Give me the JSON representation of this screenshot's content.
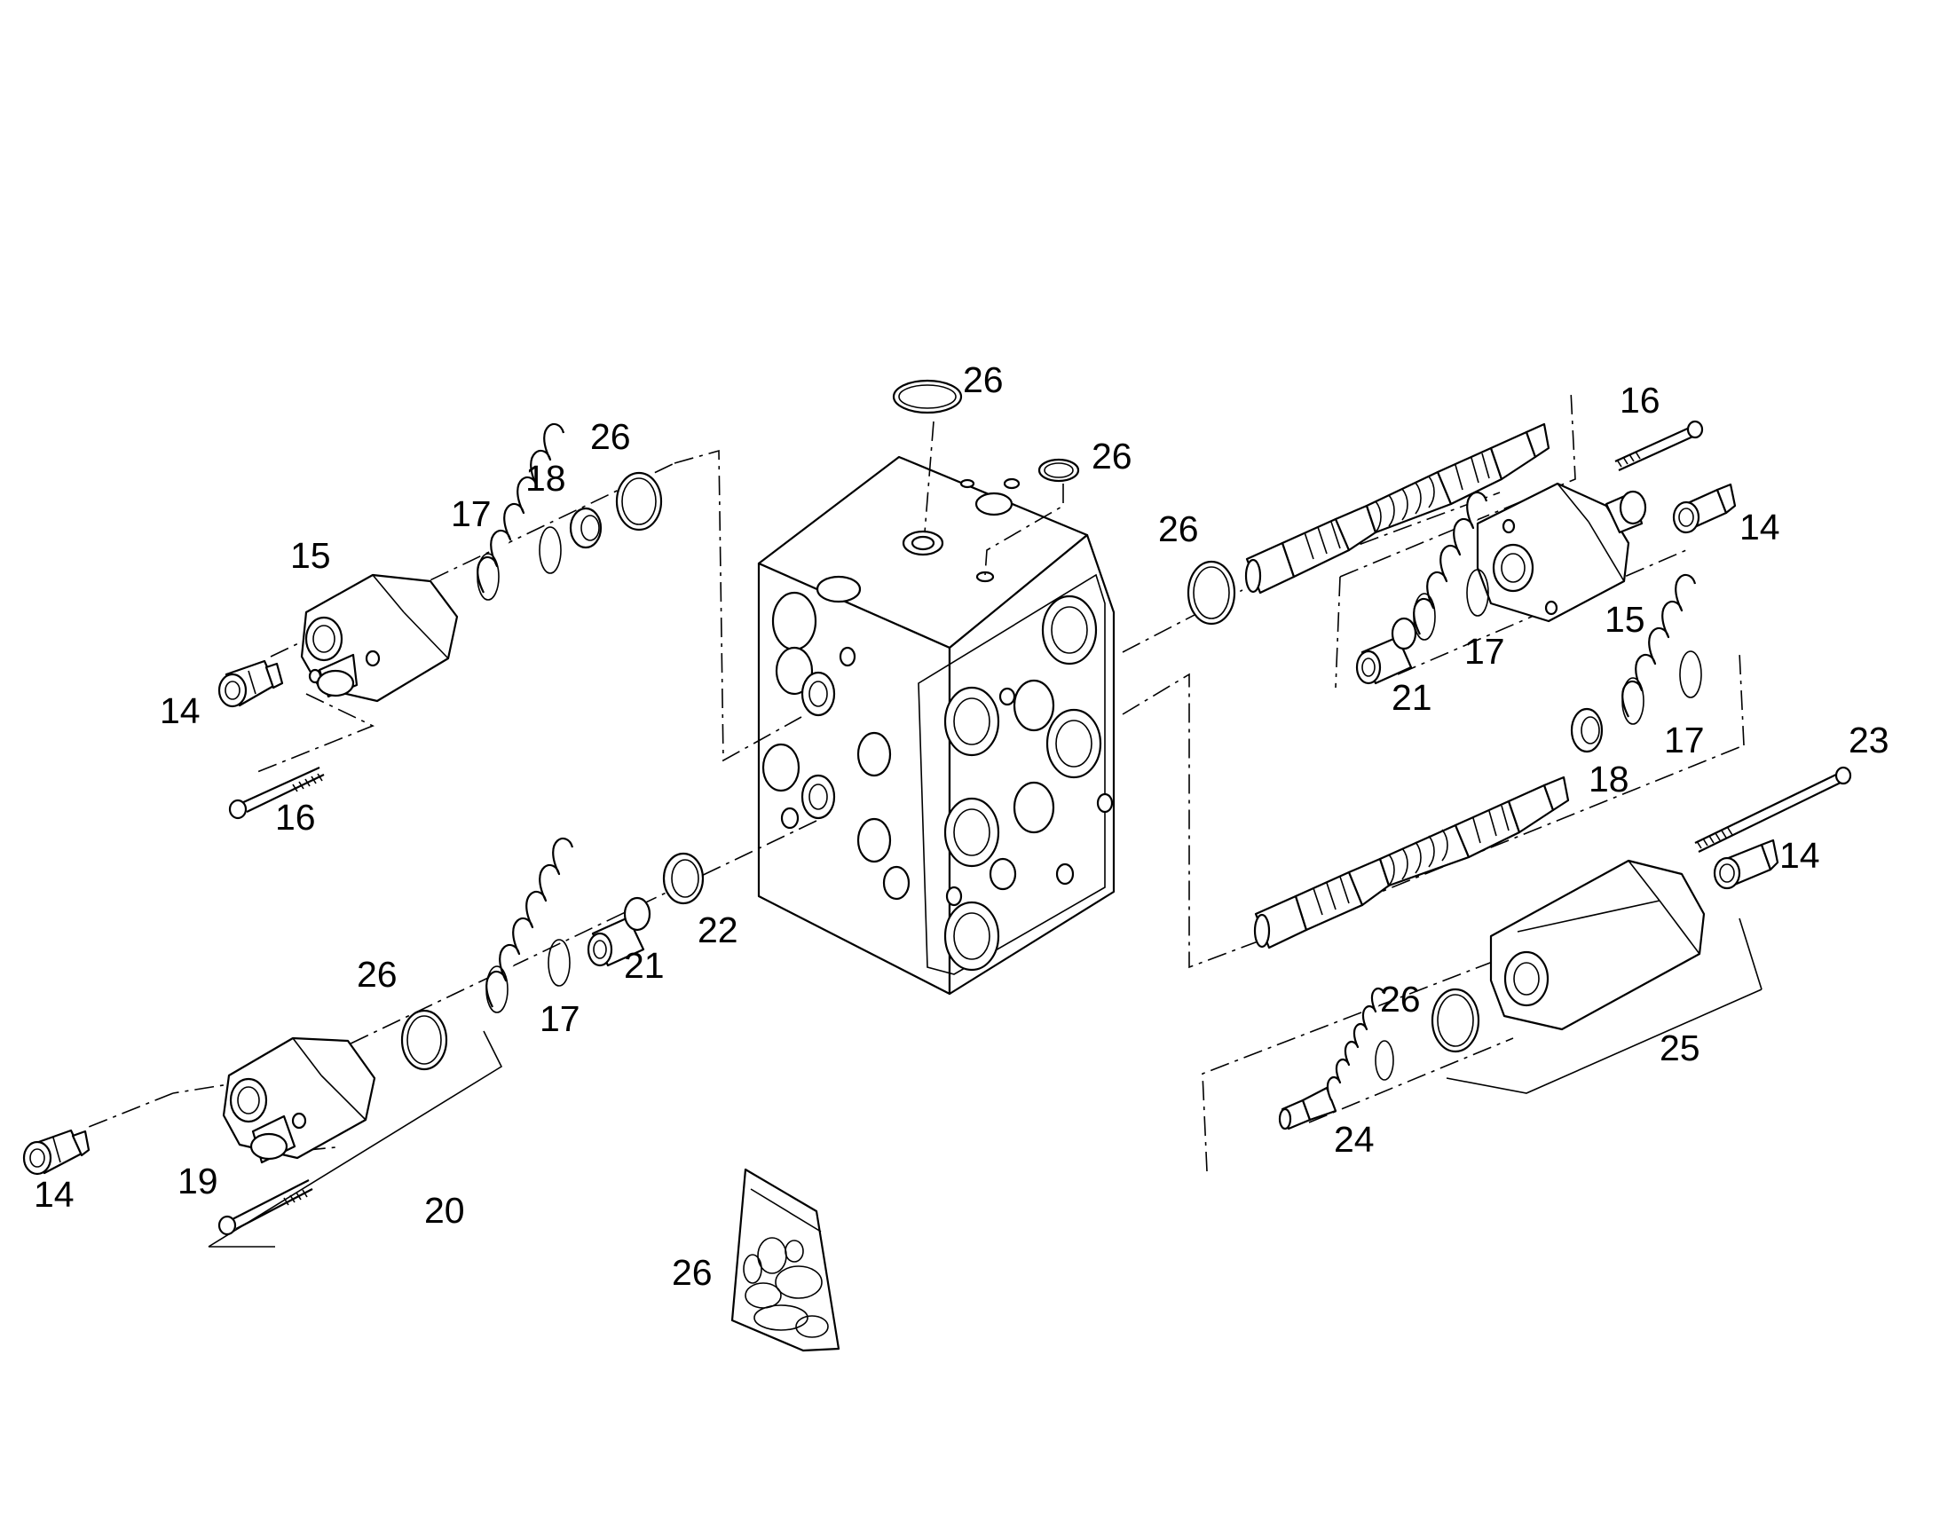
{
  "callouts": [
    {
      "id": "c1",
      "text": "26"
    },
    {
      "id": "c2",
      "text": "26"
    },
    {
      "id": "c3",
      "text": "26"
    },
    {
      "id": "c4",
      "text": "18"
    },
    {
      "id": "c5",
      "text": "17"
    },
    {
      "id": "c6",
      "text": "15"
    },
    {
      "id": "c7",
      "text": "14"
    },
    {
      "id": "c8",
      "text": "16"
    },
    {
      "id": "c9",
      "text": "26"
    },
    {
      "id": "c10",
      "text": "16"
    },
    {
      "id": "c11",
      "text": "14"
    },
    {
      "id": "c12",
      "text": "15"
    },
    {
      "id": "c13",
      "text": "17"
    },
    {
      "id": "c14",
      "text": "21"
    },
    {
      "id": "c15",
      "text": "18"
    },
    {
      "id": "c16",
      "text": "17"
    },
    {
      "id": "c17",
      "text": "23"
    },
    {
      "id": "c18",
      "text": "14"
    },
    {
      "id": "c19",
      "text": "22"
    },
    {
      "id": "c20",
      "text": "21"
    },
    {
      "id": "c21",
      "text": "17"
    },
    {
      "id": "c22",
      "text": "26"
    },
    {
      "id": "c23",
      "text": "26"
    },
    {
      "id": "c24",
      "text": "25"
    },
    {
      "id": "c25",
      "text": "24"
    },
    {
      "id": "c26",
      "text": "19"
    },
    {
      "id": "c27",
      "text": "14"
    },
    {
      "id": "c28",
      "text": "20"
    },
    {
      "id": "c29",
      "text": "26"
    }
  ]
}
